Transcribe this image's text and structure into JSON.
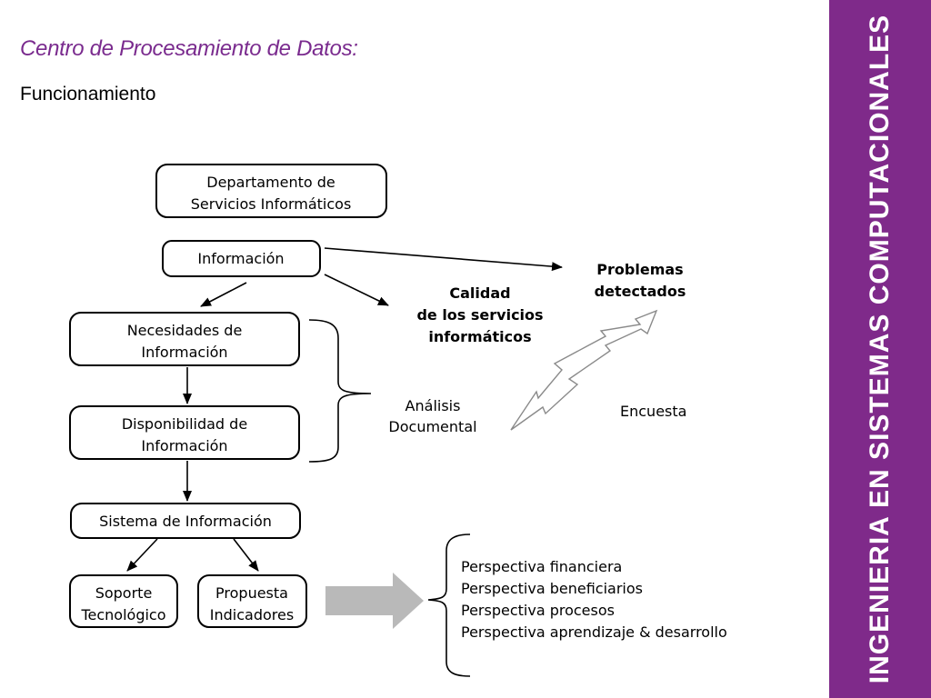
{
  "slide": {
    "title": "Centro de Procesamiento de Datos:",
    "subtitle": "Funcionamiento",
    "side_band": "INGENIERIA EN SISTEMAS COMPUTACIONALES"
  },
  "diagram": {
    "nodes": {
      "departamento": [
        "Departamento de",
        "Servicios Informáticos"
      ],
      "informacion": [
        "Información"
      ],
      "necesidades": [
        "Necesidades de",
        "Información"
      ],
      "disponibilidad": [
        "Disponibilidad de",
        "Información"
      ],
      "sistema": [
        "Sistema de Información"
      ],
      "soporte": [
        "Soporte",
        "Tecnológico"
      ],
      "propuesta": [
        "Propuesta",
        "Indicadores"
      ]
    },
    "labels": {
      "calidad": [
        "Calidad",
        "de los servicios",
        "informáticos"
      ],
      "problemas": [
        "Problemas",
        "detectados"
      ],
      "analisis": [
        "Análisis",
        "Documental"
      ],
      "encuesta": "Encuesta"
    },
    "perspectivas": [
      "Perspectiva financiera",
      "Perspectiva beneficiarios",
      "Perspectiva procesos",
      "Perspectiva aprendizaje & desarrollo"
    ]
  }
}
